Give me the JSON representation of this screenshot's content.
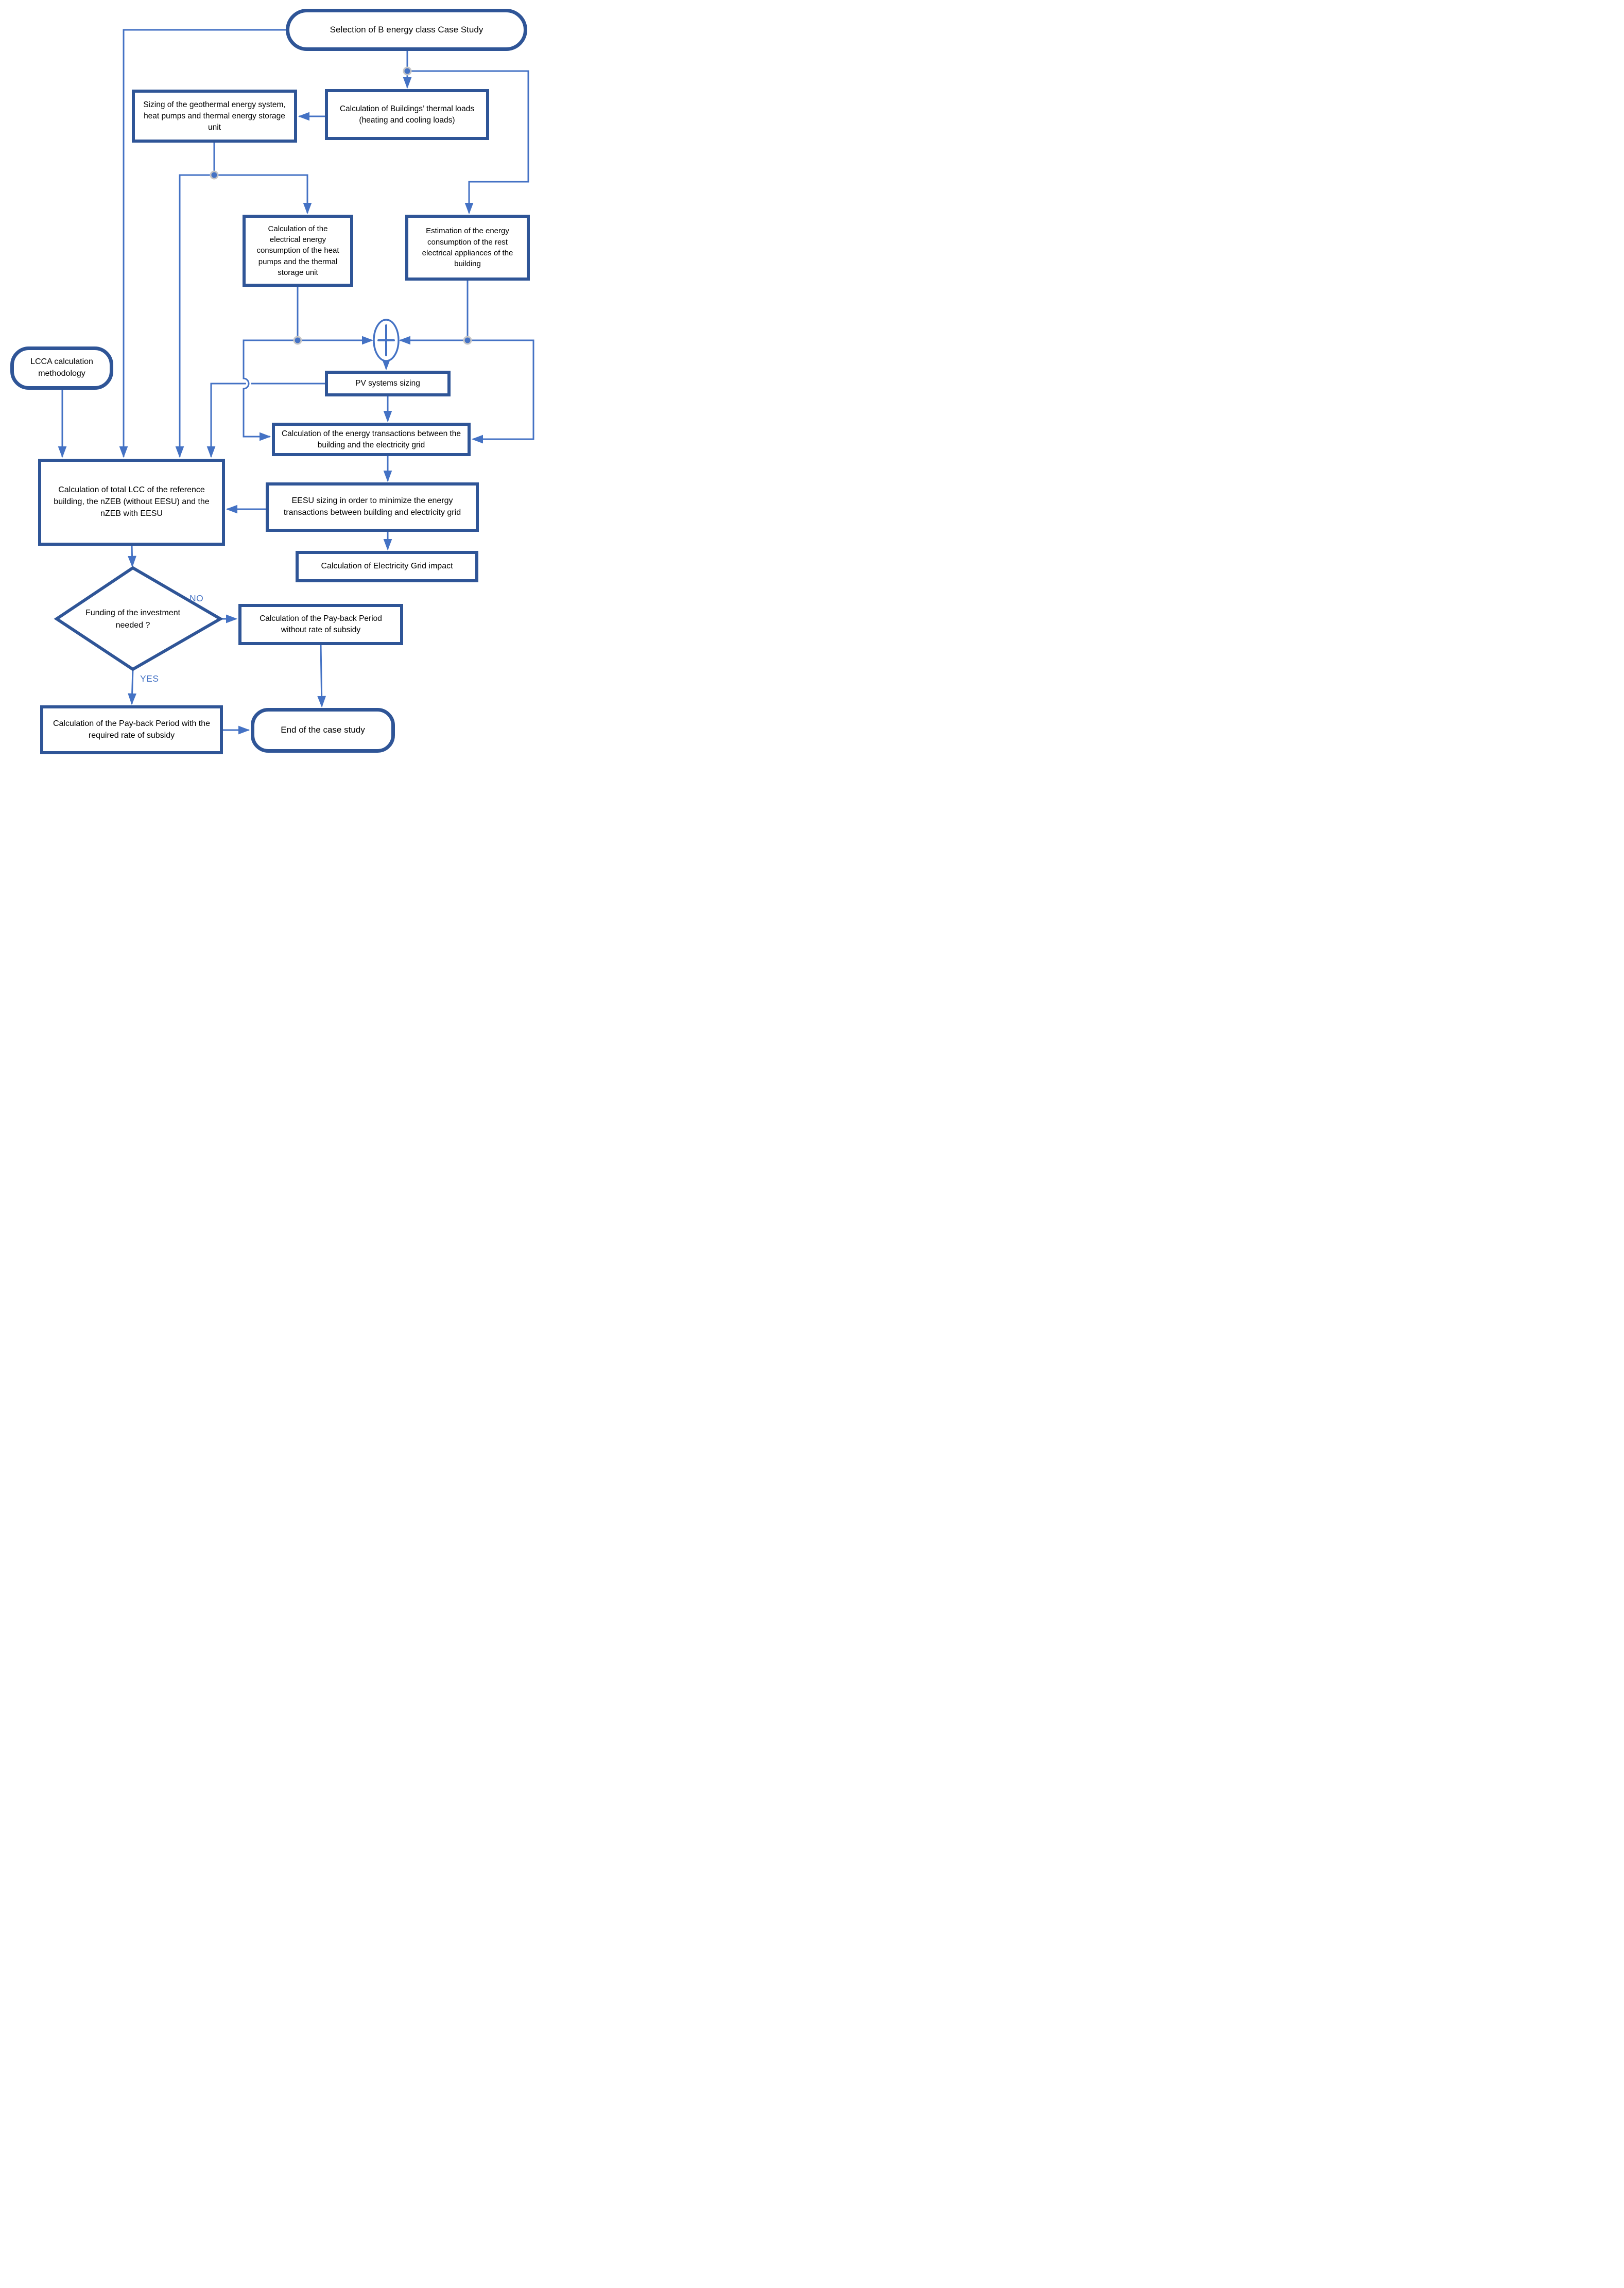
{
  "diagram": {
    "title_hint": "nZEB case study methodology flowchart",
    "nodes": {
      "start": {
        "shape": "terminal",
        "label": "Selection of  B energy class Case Study"
      },
      "thermal_loads": {
        "shape": "process",
        "label": "Calculation of Buildings’ thermal loads (heating and cooling loads)"
      },
      "geothermal_sizing": {
        "shape": "process",
        "label": "Sizing of the geothermal energy system, heat pumps and thermal energy storage unit"
      },
      "hp_consumption": {
        "shape": "process",
        "label": "Calculation of the electrical energy consumption of the heat pumps and the thermal storage unit"
      },
      "appliances_consumption": {
        "shape": "process",
        "label": "Estimation of the energy consumption of the rest electrical appliances of the building"
      },
      "pv_sizing": {
        "shape": "process",
        "label": "PV systems sizing"
      },
      "energy_transactions": {
        "shape": "process",
        "label": "Calculation of the energy transactions between the building and the electricity grid"
      },
      "lcca_methodology": {
        "shape": "terminal",
        "label": "LCCA calculation methodology"
      },
      "lcc_total": {
        "shape": "process",
        "label": "Calculation of total LCC of the reference building, the nZEB (without EESU) and the nZEB with EESU"
      },
      "eesu_sizing": {
        "shape": "process",
        "label": "EESU sizing in order to minimize the energy transactions between building and electricity grid"
      },
      "grid_impact": {
        "shape": "process",
        "label": "Calculation of Electricity Grid impact"
      },
      "funding_decision": {
        "shape": "decision",
        "label": "Funding of the investment needed ?"
      },
      "payback_no_subsidy": {
        "shape": "process",
        "label": "Calculation of the Pay-back Period without rate of subsidy"
      },
      "payback_with_subsidy": {
        "shape": "process",
        "label": "Calculation of the Pay-back Period with the required rate of subsidy"
      },
      "end": {
        "shape": "terminal",
        "label": "End of the case study"
      }
    },
    "edge_labels": {
      "no": "NO",
      "yes": "YES"
    },
    "icons": {
      "summing_junction": "plus-icon",
      "line_crossing": "bridge-hop-icon",
      "connection_point": "junction-dot-icon"
    },
    "colors": {
      "box_border": "#2f5597",
      "connector": "#4472c4",
      "edge_label": "#4472c4",
      "junction_ring": "#c6c6c6",
      "text": "#000000",
      "background": "#ffffff"
    }
  }
}
